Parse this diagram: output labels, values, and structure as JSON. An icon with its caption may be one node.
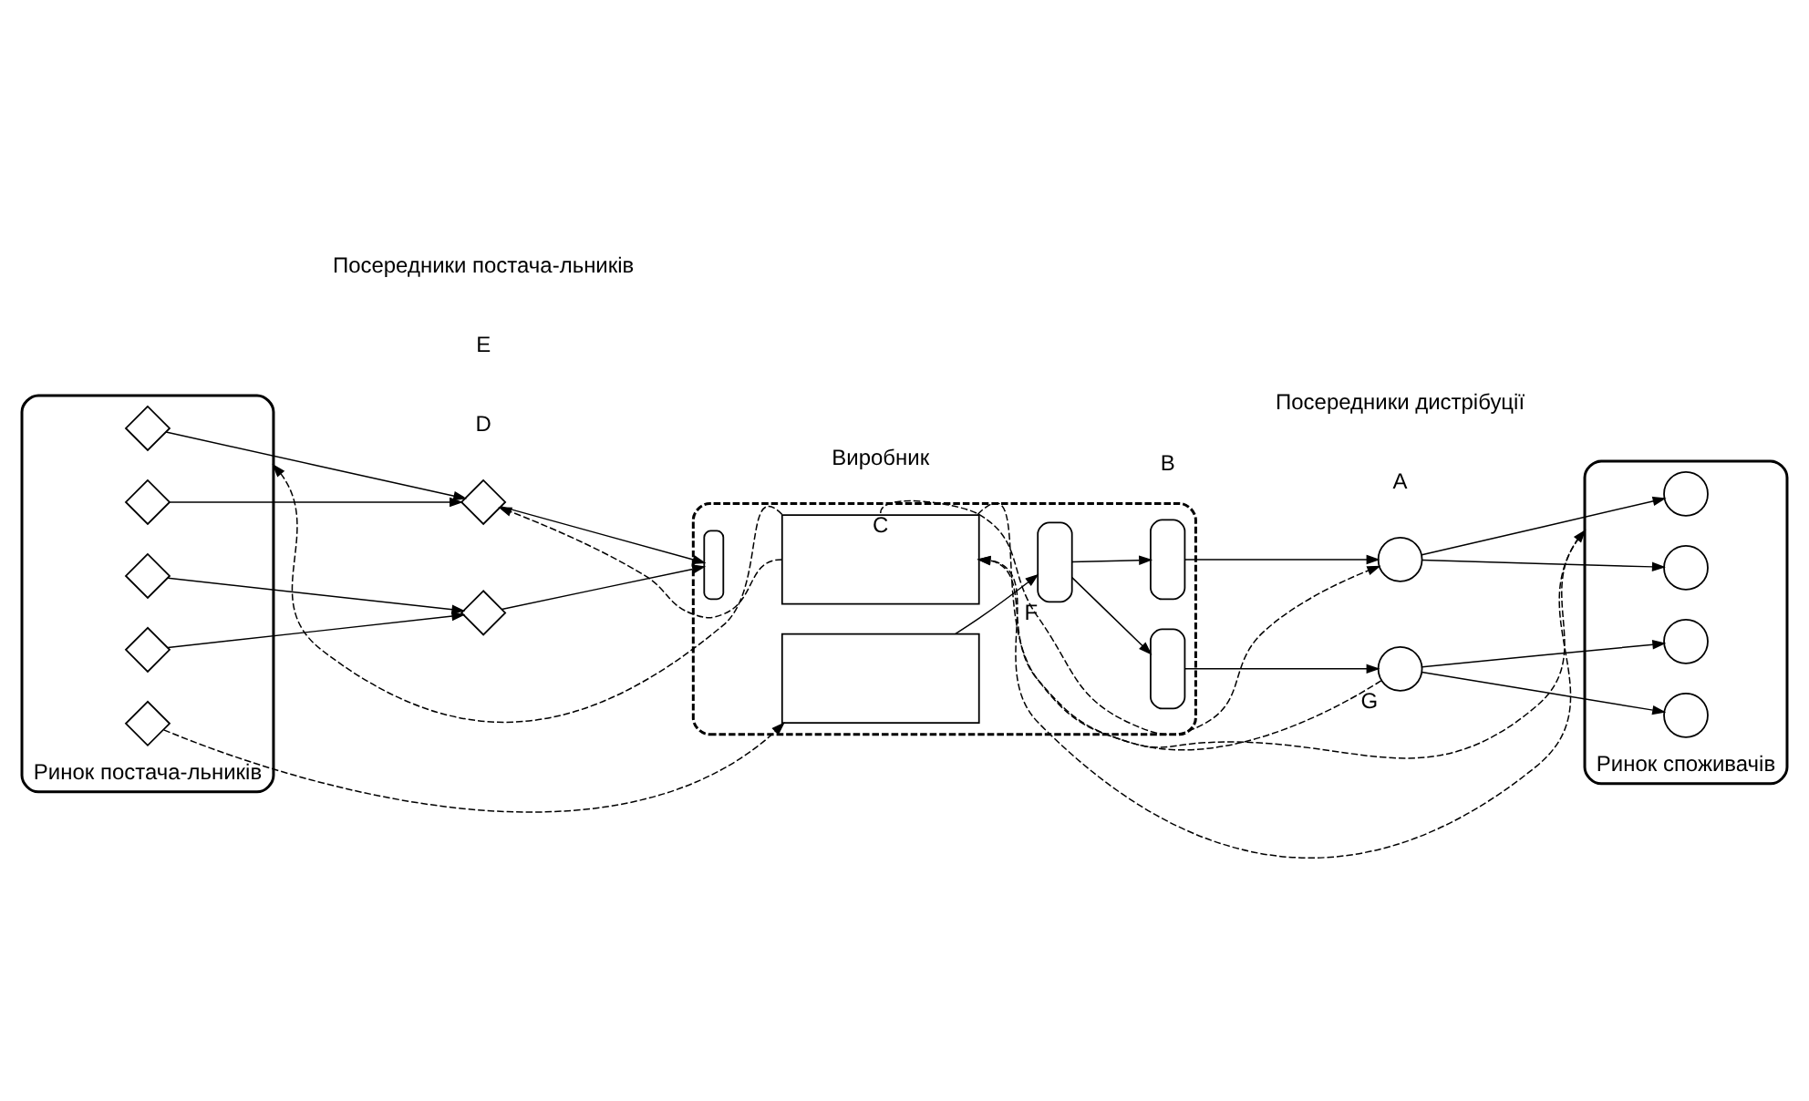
{
  "diagram": {
    "nodes": [
      {
        "text": [],
        "shape": "ellipse",
        "beside": [
          "Ринок постача-льників"
        ]
      },
      {
        "text": [],
        "shape": "diamond",
        "in": 0
      },
      {
        "text": [],
        "shape": "diamond",
        "in": 0
      },
      {
        "text": [],
        "shape": "diamond",
        "in": 0
      },
      {
        "text": [],
        "shape": "diamond",
        "in": 0
      },
      {
        "text": [],
        "shape": "diamond",
        "in": 0
      },
      {
        "text": [],
        "shape": "diamond"
      },
      {
        "text": [],
        "shape": "diamond"
      },
      {
        "text": [],
        "shape": "box"
      },
      {
        "text": [],
        "shape": "bar",
        "in": 8
      },
      {
        "text": [
          "C"
        ],
        "in": 8
      },
      {
        "text": [],
        "shape": "box",
        "in": 8
      },
      {
        "text": [],
        "shape": "cylinder",
        "in": 8,
        "beside": [
          "F"
        ]
      },
      {
        "text": [],
        "shape": "cylinder",
        "in": 8
      },
      {
        "text": [],
        "shape": "cylinder",
        "in": 8
      },
      {
        "text": [],
        "shape": "circle"
      },
      {
        "text": [],
        "shape": "circle",
        "beside": [
          "G"
        ]
      },
      {
        "text": [],
        "shape": "ellipse",
        "beside": [
          "Ринок споживачів"
        ]
      },
      {
        "text": [],
        "shape": "circle",
        "in": 17
      },
      {
        "text": [],
        "shape": "circle",
        "in": 17
      },
      {
        "text": [],
        "shape": "circle",
        "in": 17
      },
      {
        "text": [],
        "shape": "circle",
        "in": 17
      }
    ],
    "edges": [
      {
        "from": 1,
        "to": 6,
        "arrow": "to"
      },
      {
        "from": 2,
        "to": 6,
        "arrow": "to"
      },
      {
        "from": 3,
        "to": 7,
        "arrow": "to"
      },
      {
        "from": 4,
        "to": 7,
        "arrow": "to"
      },
      {
        "from": 6,
        "to": 9,
        "arrow": "to"
      },
      {
        "from": 7,
        "to": 9,
        "arrow": "to"
      },
      {
        "from": 11,
        "to": 12,
        "arrow": "to"
      },
      {
        "from": 12,
        "to": 13,
        "arrow": "to"
      },
      {
        "from": 12,
        "to": 14,
        "arrow": "to"
      },
      {
        "from": 13,
        "to": 15,
        "arrow": "to"
      },
      {
        "from": 14,
        "to": 16,
        "arrow": "to"
      },
      {
        "from": 15,
        "to": 18,
        "arrow": "to"
      },
      {
        "from": 15,
        "to": 19,
        "arrow": "to"
      },
      {
        "from": 16,
        "to": 20,
        "arrow": "to"
      },
      {
        "from": 16,
        "to": 21,
        "arrow": "to"
      },
      {
        "from": 10,
        "to": 15,
        "arrow": "to",
        "style": "dashed"
      },
      {
        "from": 10,
        "to": 17,
        "arrow": "to",
        "style": "dashed"
      },
      {
        "from": 17,
        "to": 10,
        "arrow": "to",
        "style": "dashed"
      },
      {
        "from": 16,
        "to": 10,
        "arrow": "to",
        "style": "dashed"
      },
      {
        "from": 10,
        "to": 0,
        "arrow": "to",
        "style": "dashed"
      },
      {
        "from": 10,
        "to": 6,
        "arrow": "to",
        "style": "dashed"
      },
      {
        "from": 5,
        "to": 11,
        "arrow": "to",
        "style": "dashed"
      }
    ],
    "labels": [
      "A",
      "D",
      "B",
      "E",
      "Посередники постача-льників",
      "Виробник",
      "Посередники дистрібуції"
    ]
  }
}
